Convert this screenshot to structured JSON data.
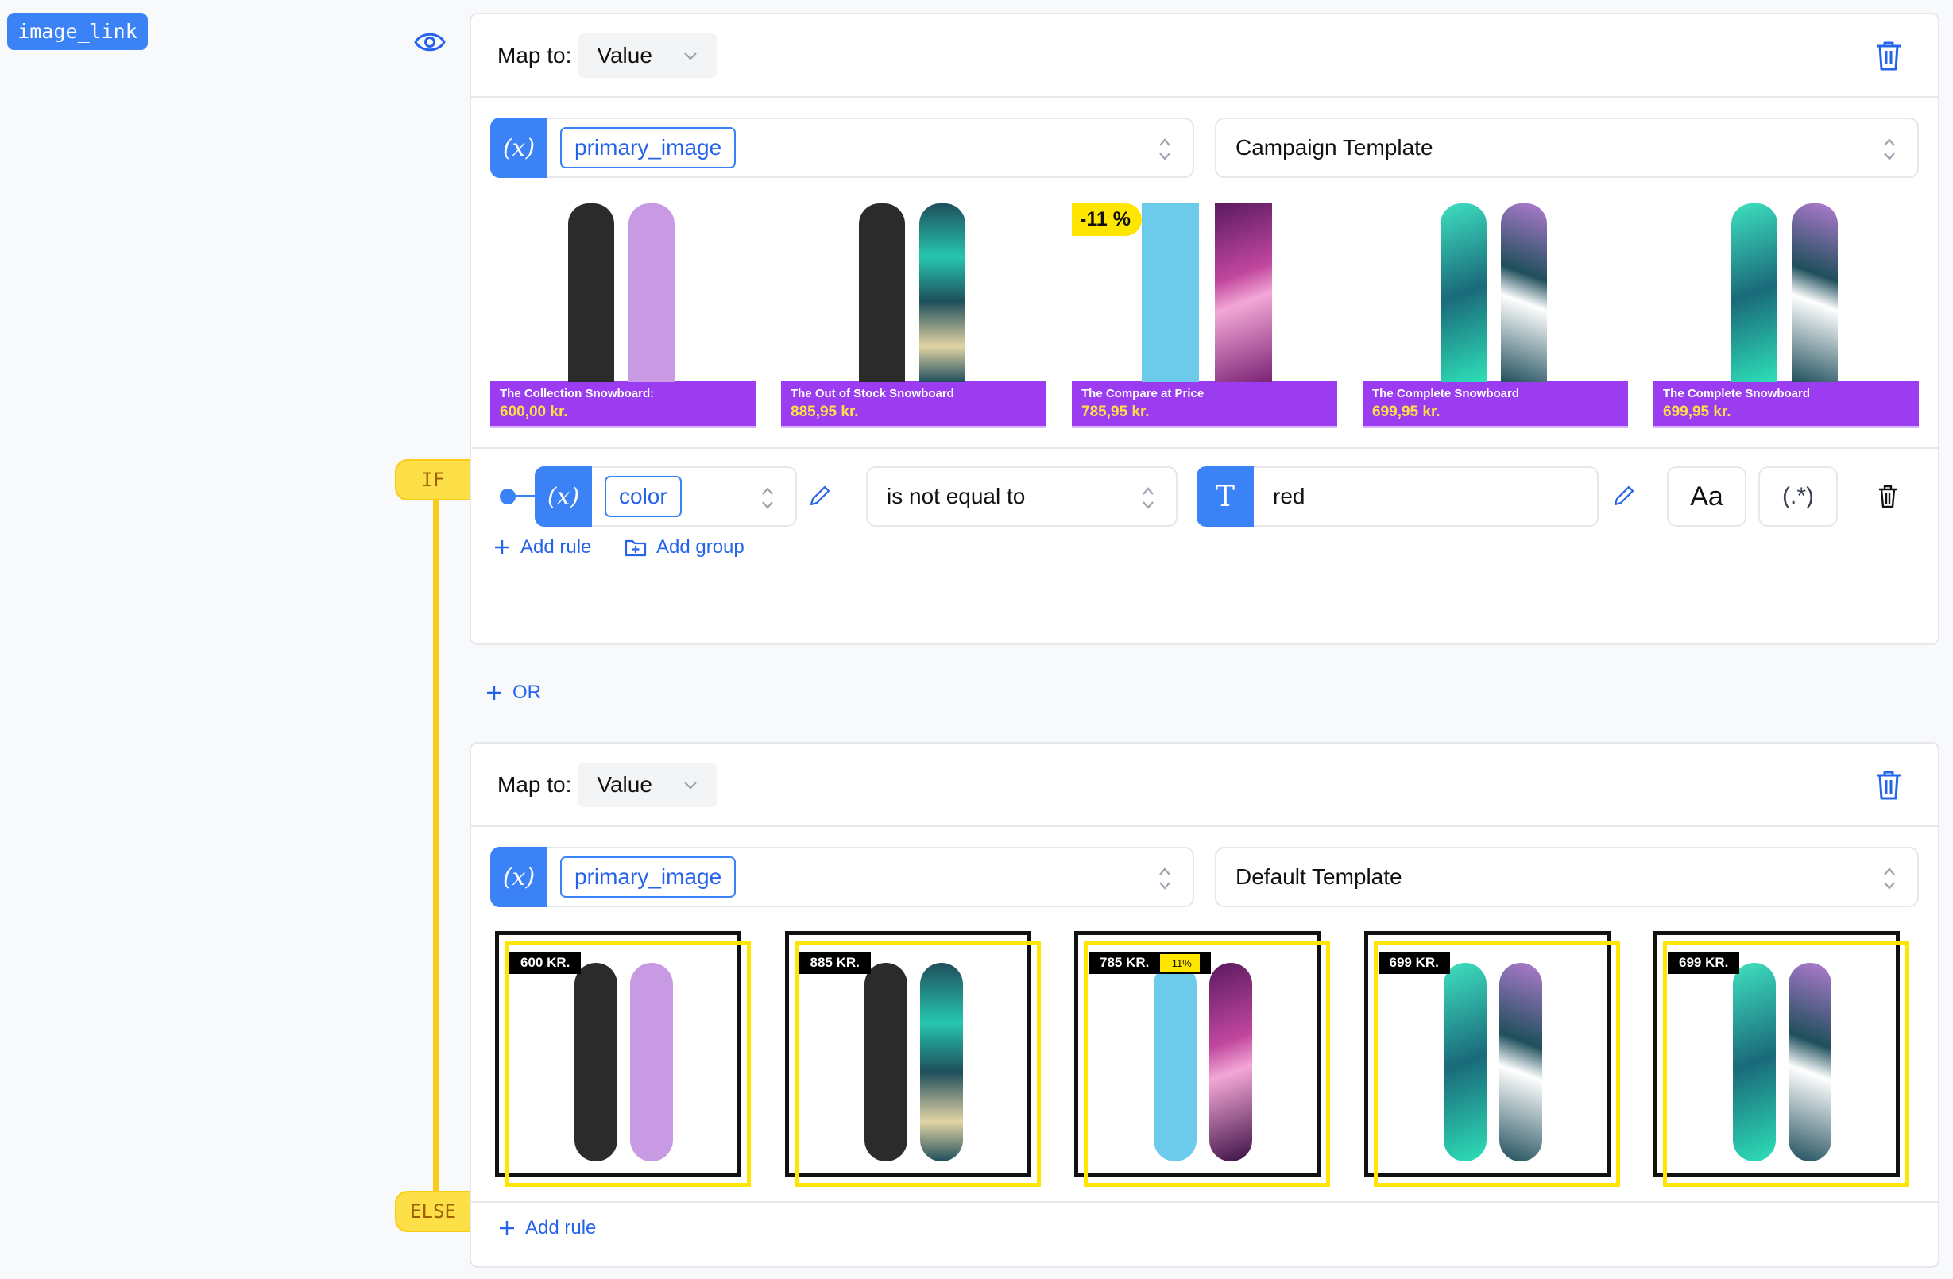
{
  "variable_badge": "image_link",
  "icons": {
    "eye": "eye-icon",
    "trash": "trash-icon",
    "chevron_down": "chevron-down-icon",
    "updown": "chevron-up-down-icon",
    "variable": "variable-icon",
    "text": "text-type-icon",
    "pencil": "pencil-icon",
    "plus": "plus-icon",
    "folder_plus": "folder-plus-icon"
  },
  "colors": {
    "accent": "#3b82f6",
    "link": "#2563eb",
    "condition_yellow": "#facc15",
    "caption_purple": "#9b3cf0",
    "price_yellow": "#fde047"
  },
  "if_block": {
    "badge": "IF",
    "card": {
      "map_to_label": "Map to:",
      "map_to_value": "Value",
      "variable_icon_label": "(x)",
      "variable_chip": "primary_image",
      "template_select": "Campaign Template",
      "tiles": [
        {
          "name": "The Collection Snowboard:",
          "price": "600,00 kr.",
          "sale": null
        },
        {
          "name": "The Out of Stock Snowboard",
          "price": "885,95 kr.",
          "sale": null
        },
        {
          "name": "The Compare at Price",
          "price": "785,95 kr.",
          "sale": "-11 %"
        },
        {
          "name": "The Complete Snowboard",
          "price": "699,95 kr.",
          "sale": null
        },
        {
          "name": "The Complete Snowboard",
          "price": "699,95 kr.",
          "sale": null
        }
      ],
      "rule": {
        "variable_icon_label": "(x)",
        "field_chip": "color",
        "operator": "is not equal to",
        "value_icon_label": "T",
        "value": "red",
        "case_button": "Aa",
        "regex_button": "(.*)"
      },
      "add_rule": "Add rule",
      "add_group": "Add group"
    }
  },
  "or_button": "OR",
  "else_block": {
    "badge": "ELSE",
    "card": {
      "map_to_label": "Map to:",
      "map_to_value": "Value",
      "variable_icon_label": "(x)",
      "variable_chip": "primary_image",
      "template_select": "Default Template",
      "tiles": [
        {
          "price_tag": "600 KR.",
          "sale": null
        },
        {
          "price_tag": "885 KR.",
          "sale": null
        },
        {
          "price_tag": "785 KR.",
          "sale": "-11%"
        },
        {
          "price_tag": "699 KR.",
          "sale": null
        },
        {
          "price_tag": "699 KR.",
          "sale": null
        }
      ],
      "add_rule": "Add rule"
    }
  }
}
